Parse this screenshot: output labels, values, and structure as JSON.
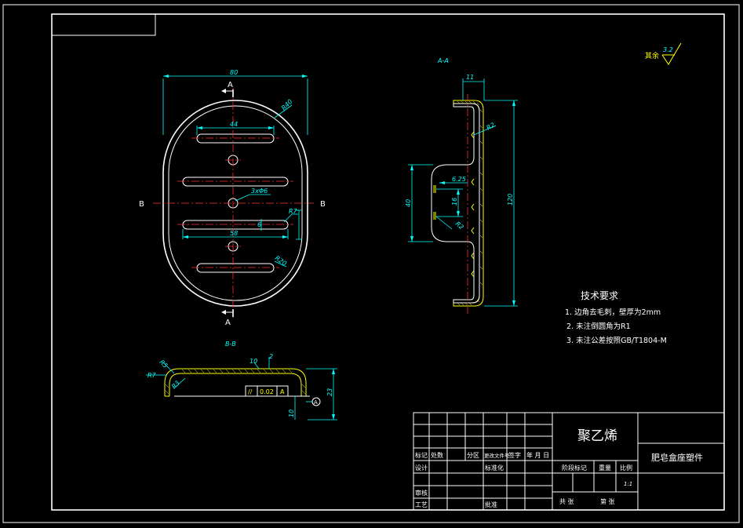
{
  "views": {
    "top_view": {
      "dim_width": "80",
      "dim_slot_top": "44",
      "dim_slot_bottom": "58",
      "dim_holes": "3xΦ6",
      "dim_r7": "R7",
      "dim_r40": "R40",
      "dim_r20": "R20",
      "dim_small": "6",
      "section_a_top": "A",
      "section_a_bottom": "A",
      "section_b_left": "B",
      "section_b_right": "B"
    },
    "section_aa": {
      "title": "A-A",
      "dim_top": "11",
      "dim_r2": "R2",
      "dim_625": "6.25",
      "dim_16": "16",
      "dim_40": "40",
      "dim_120": "120",
      "dim_r2b": "R2"
    },
    "section_bb": {
      "title": "B-B",
      "dim_r5": "R5",
      "dim_r7": "R7",
      "dim_r3": "R3",
      "dim_10": "10",
      "dim_2": "2",
      "dim_23": "23",
      "dim_10b": "10",
      "tolerance_symbol": "//",
      "tolerance_value": "0.02",
      "datum": "A",
      "datum_marker": "A"
    }
  },
  "roughness": {
    "label": "其余",
    "value": "3.2"
  },
  "tech_requirements": {
    "title": "技术要求",
    "items": [
      "1. 边角去毛刺，壁厚为2mm",
      "2. 未注倒圆角为R1",
      "3. 未注公差按照GB/T1804-M"
    ]
  },
  "title_block": {
    "material": "聚乙烯",
    "part_name": "肥皂盒座塑件",
    "labels": {
      "mark": "标记",
      "count": "处数",
      "zone": "分区",
      "change_doc": "更改文件号",
      "sign": "签字",
      "date": "年 月 日",
      "design": "设计",
      "standardize": "标准化",
      "review": "审核",
      "process": "工艺",
      "approve": "批准",
      "stage_mark": "阶段标记",
      "weight": "重量",
      "scale": "比例",
      "scale_value": "1:1",
      "total_sheets": "共 张",
      "sheet_no": "第 张"
    }
  }
}
